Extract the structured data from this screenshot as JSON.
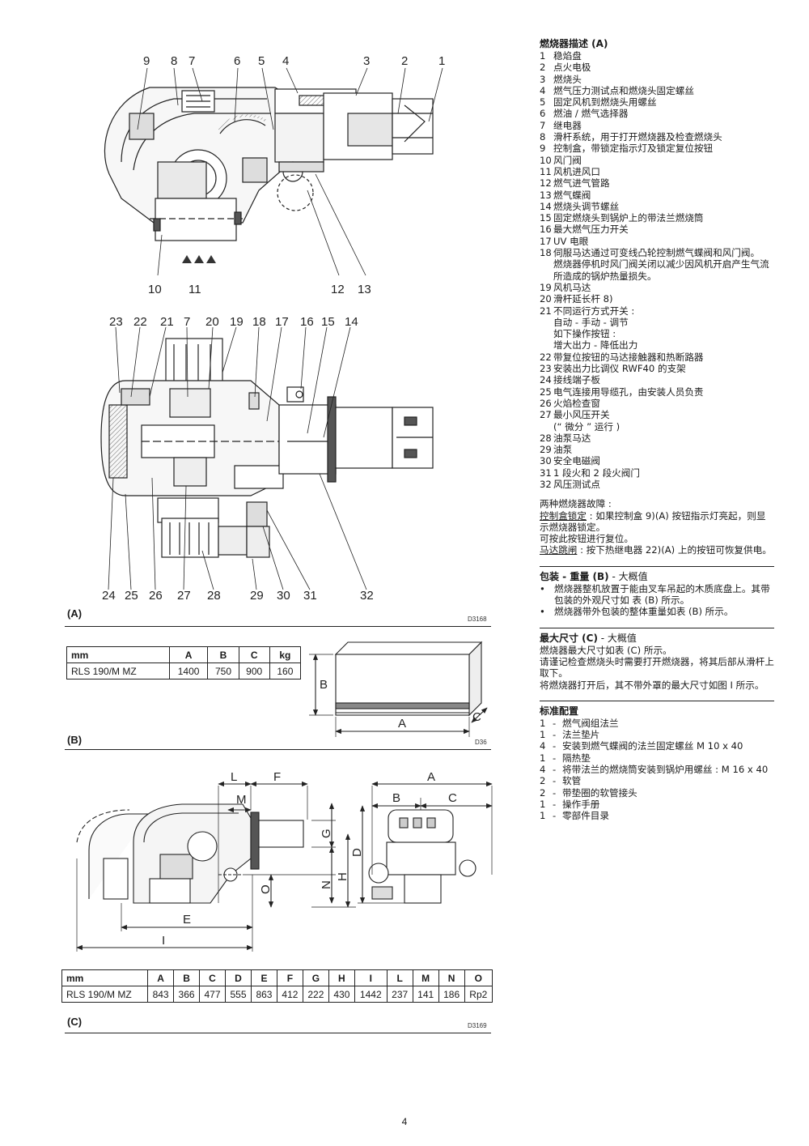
{
  "figures": {
    "a": {
      "caption": "(A)",
      "code": "D3168",
      "top_labels": [
        "9",
        "8",
        "7",
        "6",
        "5",
        "4",
        "3",
        "2",
        "1"
      ],
      "top_bottom_labels": [
        "10",
        "11",
        "12",
        "13"
      ],
      "plan_top_labels": [
        "23",
        "22",
        "21",
        "7",
        "20",
        "19",
        "18",
        "17",
        "16",
        "15",
        "14"
      ],
      "plan_bottom_labels": [
        "24",
        "25",
        "26",
        "27",
        "28",
        "29",
        "30",
        "31",
        "32"
      ]
    },
    "b": {
      "caption": "(B)",
      "code": "D36",
      "box_labels": {
        "a": "A",
        "b": "B",
        "c": "C"
      }
    },
    "c": {
      "caption": "(C)",
      "code": "D3169",
      "dim_labels": {
        "l": "L",
        "f": "F",
        "m": "M",
        "g": "G",
        "n": "N",
        "h": "H",
        "o": "O",
        "d": "D",
        "e": "E",
        "i": "I",
        "a": "A",
        "b": "B",
        "c": "C"
      }
    }
  },
  "table_b": {
    "headers": [
      "mm",
      "A",
      "B",
      "C",
      "kg"
    ],
    "rows": [
      [
        "RLS 190/M MZ",
        "1400",
        "750",
        "900",
        "160"
      ]
    ]
  },
  "table_c": {
    "headers": [
      "mm",
      "A",
      "B",
      "C",
      "D",
      "E",
      "F",
      "G",
      "H",
      "I",
      "L",
      "M",
      "N",
      "O"
    ],
    "rows": [
      [
        "RLS 190/M MZ",
        "843",
        "366",
        "477",
        "555",
        "863",
        "412",
        "222",
        "430",
        "1442",
        "237",
        "141",
        "186",
        "Rp2"
      ]
    ]
  },
  "desc": {
    "title": "燃烧器描述 (A)",
    "items": [
      {
        "n": "1",
        "t": "稳焰盘"
      },
      {
        "n": "2",
        "t": "点火电极"
      },
      {
        "n": "3",
        "t": "燃烧头"
      },
      {
        "n": "4",
        "t": "燃气压力测试点和燃烧头固定螺丝"
      },
      {
        "n": "5",
        "t": "固定风机到燃烧头用螺丝"
      },
      {
        "n": "6",
        "t": "燃油 / 燃气选择器"
      },
      {
        "n": "7",
        "t": "继电器"
      },
      {
        "n": "8",
        "t": "滑杆系统，用于打开燃烧器及检查燃烧头"
      },
      {
        "n": "9",
        "t": "控制盒，带锁定指示灯及锁定复位按钮"
      },
      {
        "n": "10",
        "t": "风门阀"
      },
      {
        "n": "11",
        "t": "风机进风口"
      },
      {
        "n": "12",
        "t": "燃气进气管路"
      },
      {
        "n": "13",
        "t": "燃气蝶阀"
      },
      {
        "n": "14",
        "t": "燃烧头调节螺丝"
      },
      {
        "n": "15",
        "t": "固定燃烧头到锅炉上的带法兰燃烧筒"
      },
      {
        "n": "16",
        "t": "最大燃气压力开关"
      },
      {
        "n": "17",
        "t": "UV 电眼"
      },
      {
        "n": "18",
        "t": "伺服马达通过可变线凸轮控制燃气蝶阀和风门阀。",
        "sub": "燃烧器停机时风门阀关闭以减少因风机开启产生气流所造成的锅炉热量损失。"
      },
      {
        "n": "19",
        "t": "风机马达"
      },
      {
        "n": "20",
        "t": "滑杆延长杆 8)"
      },
      {
        "n": "21",
        "t": "不同运行方式开关 :",
        "sub": "自动 - 手动 - 调节",
        "sub2": "如下操作按钮 :",
        "sub3": "增大出力 - 降低出力"
      },
      {
        "n": "22",
        "t": "带复位按钮的马达接触器和热断路器"
      },
      {
        "n": "23",
        "t": "安装出力比调仪 RWF40 的支架"
      },
      {
        "n": "24",
        "t": "接线端子板"
      },
      {
        "n": "25",
        "t": "电气连接用导缆孔，由安装人员负责"
      },
      {
        "n": "26",
        "t": "火焰检查窗"
      },
      {
        "n": "27",
        "t": "最小风压开关",
        "sub": "(“ 微分 ” 运行 )"
      },
      {
        "n": "28",
        "t": "油泵马达"
      },
      {
        "n": "29",
        "t": "油泵"
      },
      {
        "n": "30",
        "t": "安全电磁阀"
      },
      {
        "n": "31",
        "t": "1 段火和 2 段火阀门"
      },
      {
        "n": "32",
        "t": "风压测试点"
      }
    ],
    "fault_intro": "两种燃烧器故障 :",
    "fault1_label": "控制盒锁定",
    "fault1_text": " : 如果控制盒 9)(A) 按钮指示灯亮起，则显示燃烧器锁定。",
    "fault1_reset": "可按此按钮进行复位。",
    "fault2_label": "马达跳闸",
    "fault2_text": " : 按下热继电器 22)(A) 上的按钮可恢复供电。"
  },
  "packaging": {
    "title_bold": "包装 - 重量 (B)",
    "title_rest": " - 大概值",
    "bullets": [
      "燃烧器整机放置于能由叉车吊起的木质底盘上。其带包装的外观尺寸如 表 (B) 所示。",
      "燃烧器带外包装的整体重量如表 (B) 所示。"
    ]
  },
  "maxdim": {
    "title_bold": "最大尺寸 (C)",
    "title_rest": " - 大概值",
    "lines": [
      "燃烧器最大尺寸如表 (C) 所示。",
      "请谨记检查燃烧头时需要打开燃烧器，将其后部从滑杆上取下。",
      "将燃烧器打开后，其不带外罩的最大尺寸如图 I 所示。"
    ]
  },
  "standard": {
    "title": "标准配置",
    "items": [
      {
        "q": "1",
        "t": "燃气阀组法兰"
      },
      {
        "q": "1",
        "t": "法兰垫片"
      },
      {
        "q": "4",
        "t": "安装到燃气蝶阀的法兰固定螺丝 M 10 x 40"
      },
      {
        "q": "1",
        "t": "隔热垫"
      },
      {
        "q": "4",
        "t": "将带法兰的燃烧筒安装到锅炉用螺丝 : M 16 x 40"
      },
      {
        "q": "2",
        "t": "软管"
      },
      {
        "q": "2",
        "t": "带垫圈的软管接头"
      },
      {
        "q": "1",
        "t": "操作手册"
      },
      {
        "q": "1",
        "t": "零部件目录"
      }
    ]
  },
  "page_number": "4"
}
